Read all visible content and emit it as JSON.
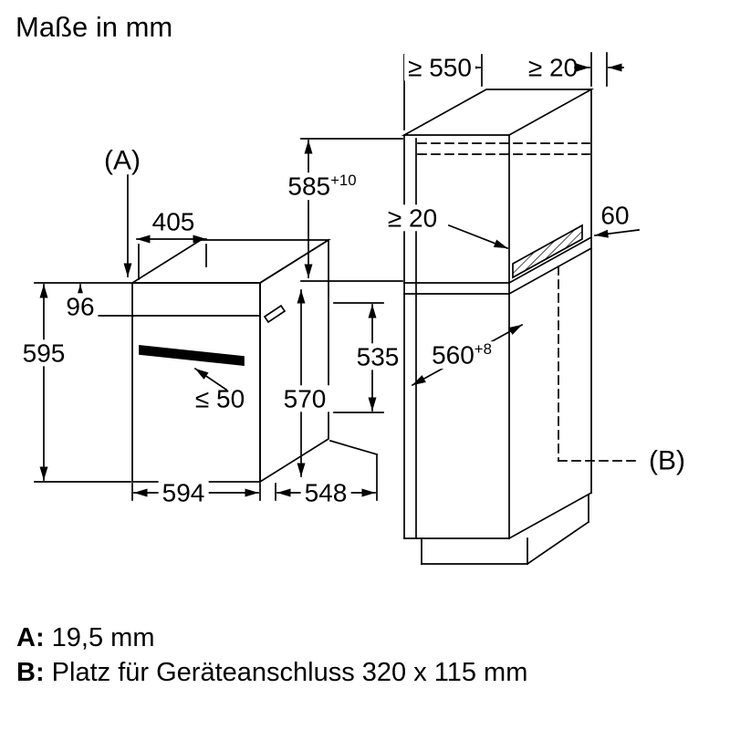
{
  "title": "Maße in mm",
  "diagram": {
    "oven": {
      "callout_a": "(A)",
      "dim_top_depth": "405",
      "dim_panel_height": "96",
      "dim_height": "595",
      "dim_door_gap": "≤ 50",
      "dim_depth_with_door": "570",
      "dim_body_height": "535",
      "dim_width": "594",
      "dim_depth": "548"
    },
    "niche": {
      "dim_min_depth": "≥ 550",
      "dim_min_wall_gap": "≥ 20",
      "dim_height": {
        "main": "585",
        "tolerance": "+10"
      },
      "dim_min_rear_gap": "≥ 20",
      "dim_rear_strip": "60",
      "dim_width": {
        "main": "560",
        "tolerance": "+8"
      },
      "callout_b": "(B)"
    }
  },
  "legend": {
    "a_key": "A:",
    "a_value": "19,5 mm",
    "b_key": "B:",
    "b_value": "Platz für Geräteanschluss 320 x 115 mm"
  }
}
